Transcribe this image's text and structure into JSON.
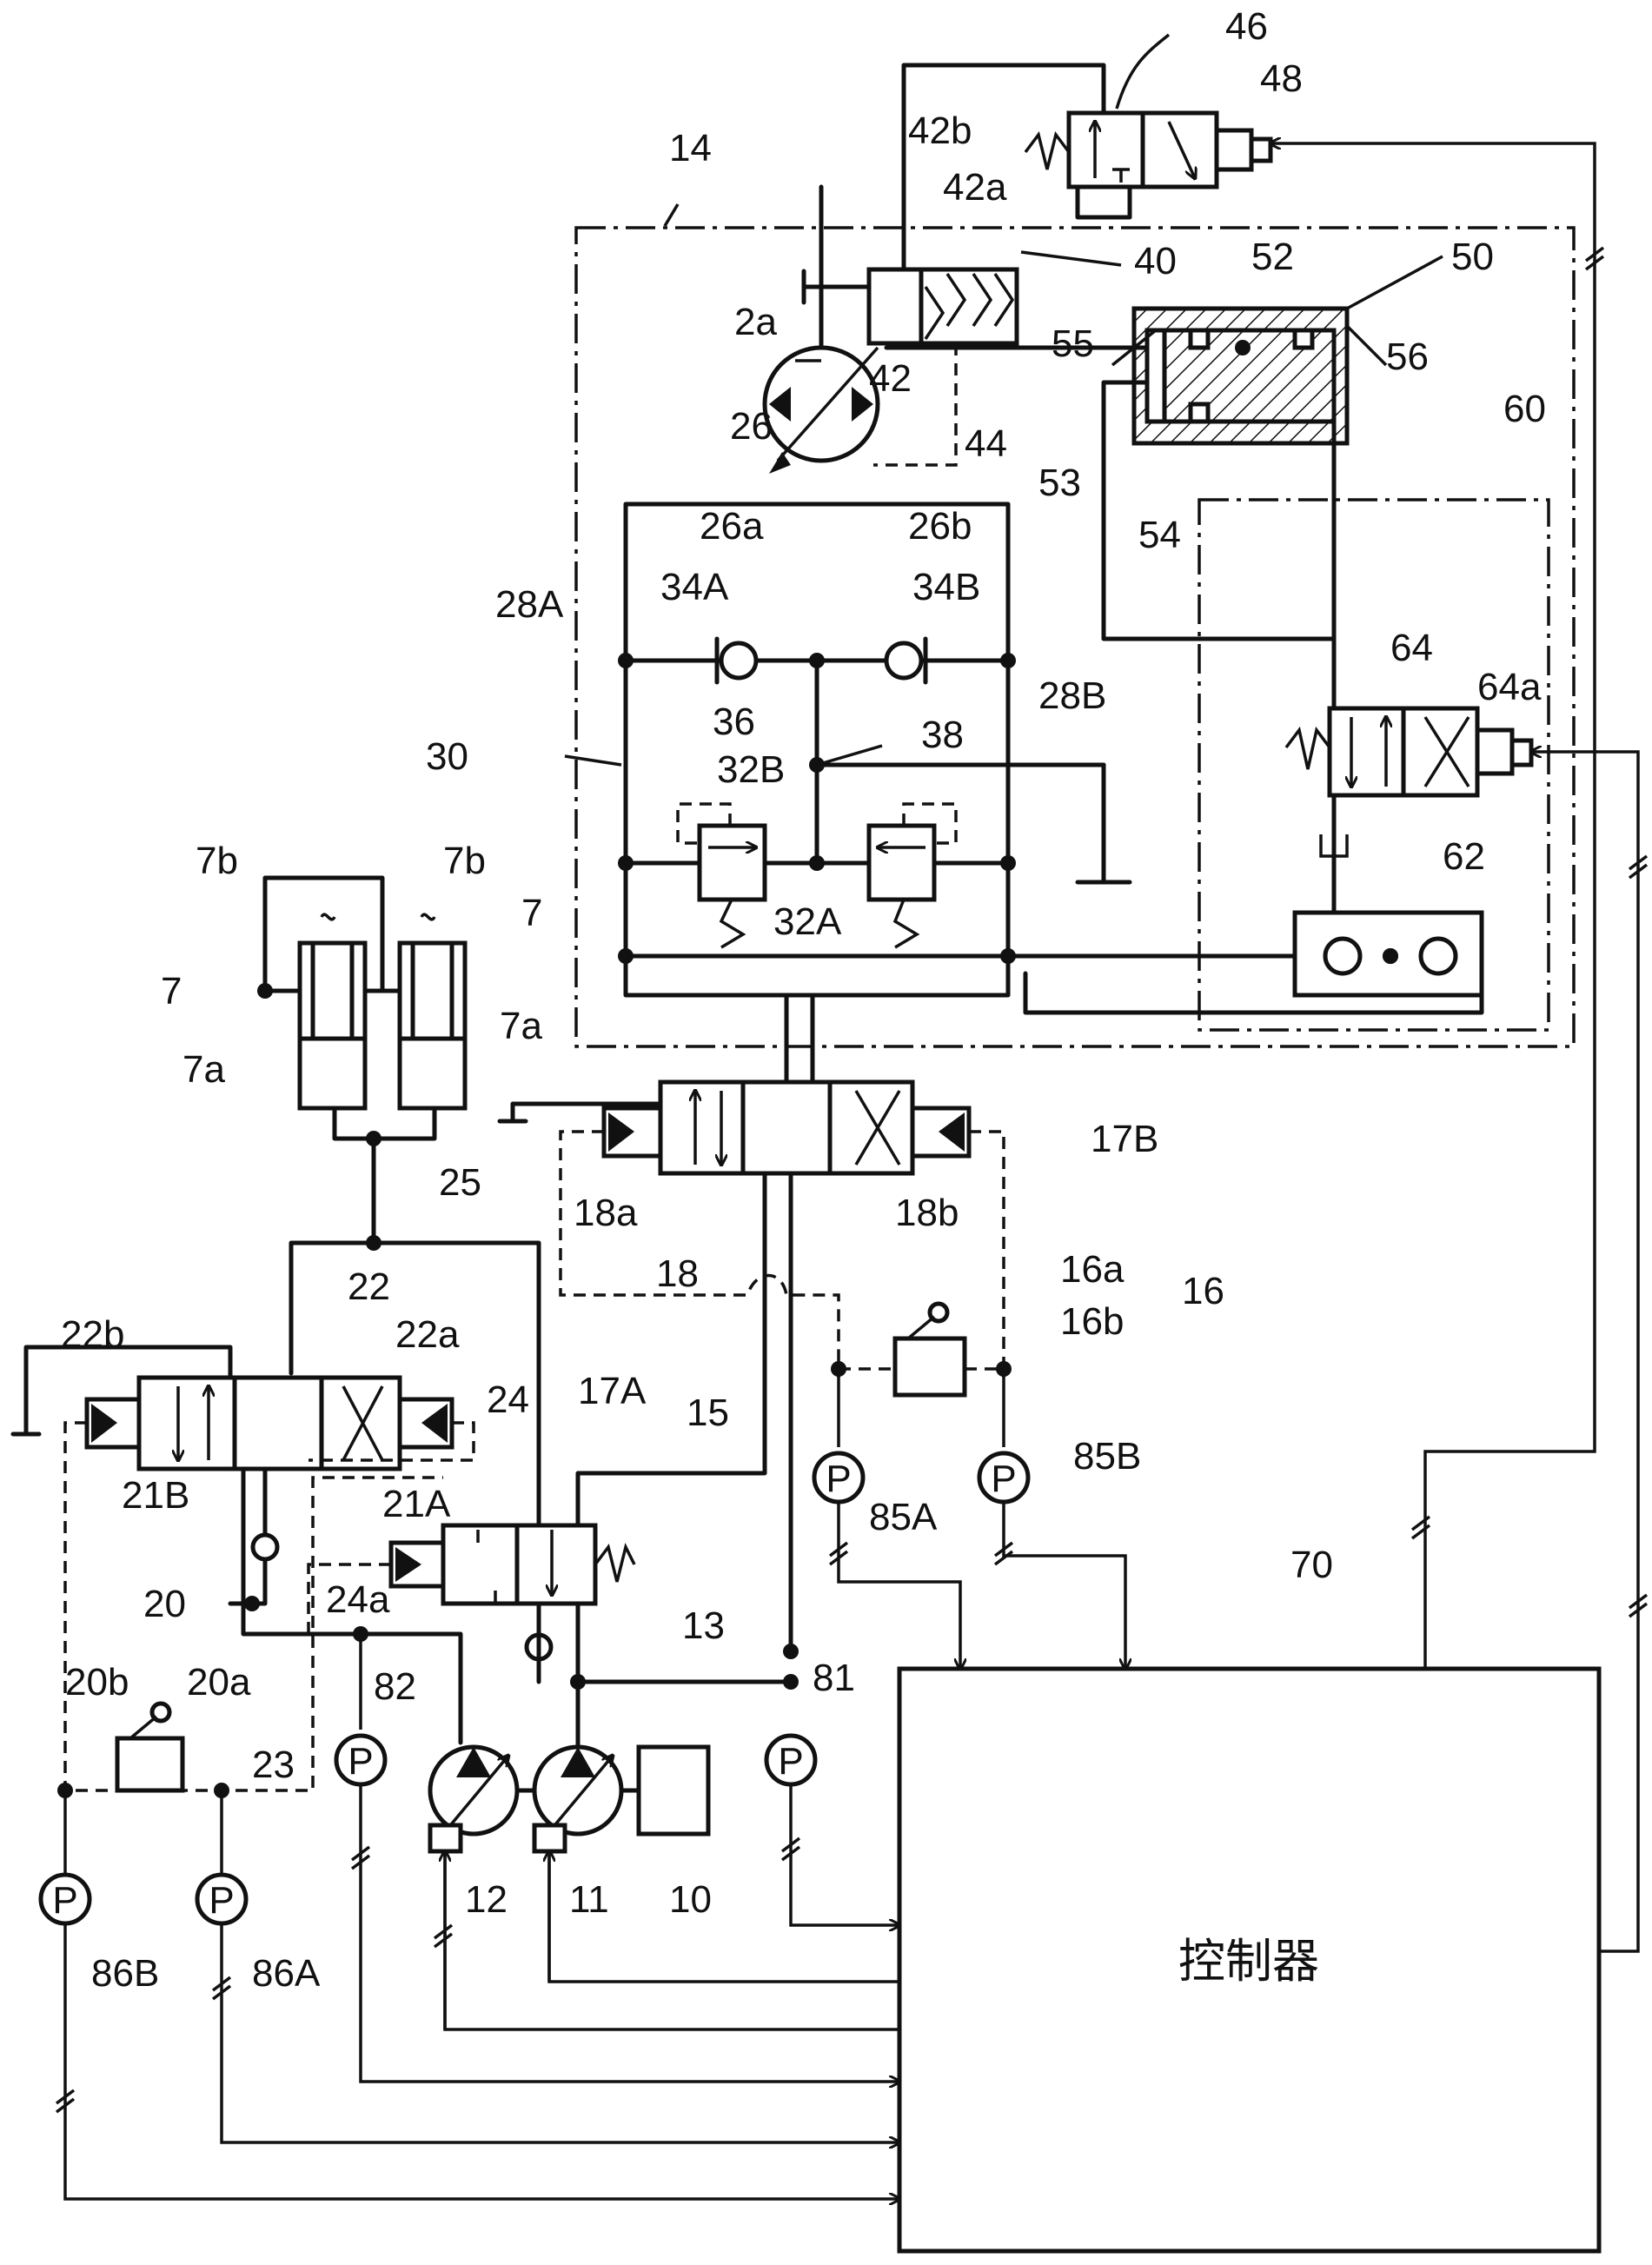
{
  "labels": {
    "l46": "46",
    "l48": "48",
    "l14": "14",
    "l42b": "42b",
    "l42a": "42a",
    "l40": "40",
    "l52": "52",
    "l50": "50",
    "l2a": "2a",
    "l42": "42",
    "l44": "44",
    "l55": "55",
    "l56": "56",
    "l26": "26",
    "l53": "53",
    "l60": "60",
    "l26a": "26a",
    "l26b": "26b",
    "l54": "54",
    "l28A": "28A",
    "l34A": "34A",
    "l34B": "34B",
    "l28B": "28B",
    "l64": "64",
    "l64a": "64a",
    "l36": "36",
    "l32B": "32B",
    "l38": "38",
    "l30": "30",
    "l62": "62",
    "l32A": "32A",
    "l7b_left": "7b",
    "l7b_right": "7b",
    "l7_left": "7",
    "l7_right": "7",
    "l7a_left": "7a",
    "l7a_right": "7a",
    "l17B": "17B",
    "l18a": "18a",
    "l18b": "18b",
    "l18": "18",
    "l25": "25",
    "l16a": "16a",
    "l16": "16",
    "l16b": "16b",
    "l22": "22",
    "l22b": "22b",
    "l22a": "22a",
    "l17A": "17A",
    "l24": "24",
    "l15": "15",
    "l85B": "85B",
    "l21B": "21B",
    "l21A": "21A",
    "l85A": "85A",
    "l70": "70",
    "l24a": "24a",
    "l20": "20",
    "l13": "13",
    "l81": "81",
    "l82": "82",
    "l20b": "20b",
    "l20a": "20a",
    "l23": "23",
    "l12": "12",
    "l11": "11",
    "l10": "10",
    "l86B": "86B",
    "l86A": "86A"
  },
  "sensor_letter": "P",
  "controller": {
    "label": "控制器"
  }
}
